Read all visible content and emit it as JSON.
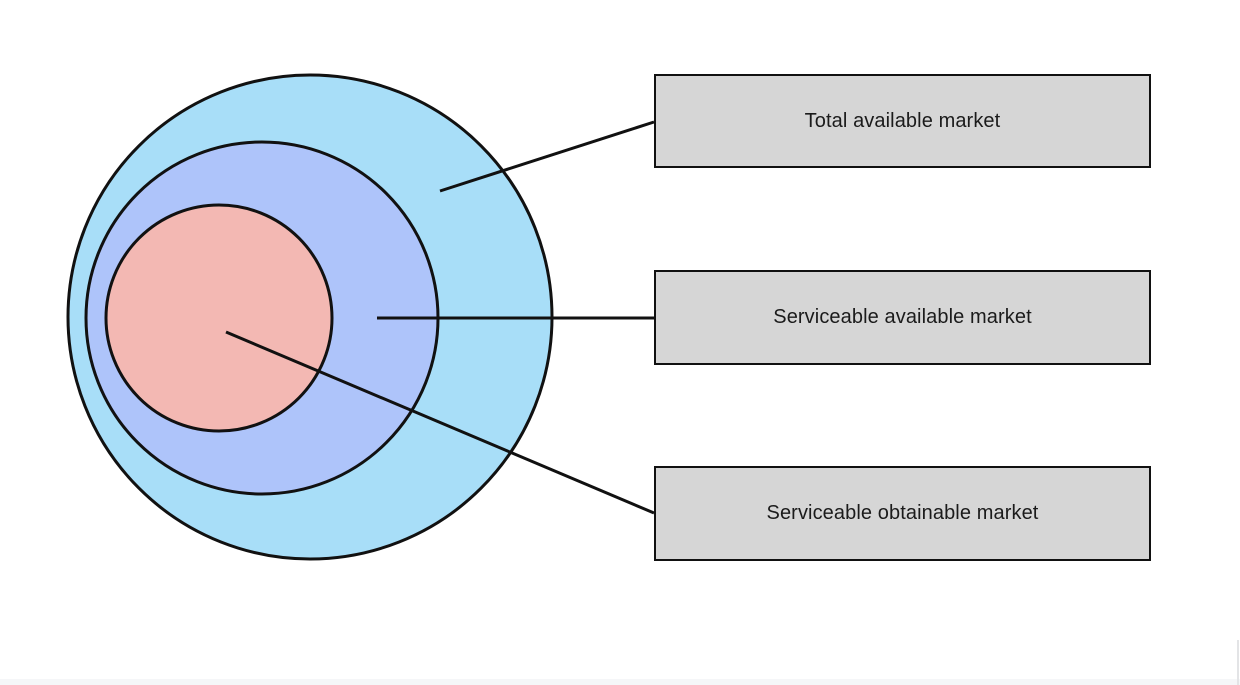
{
  "diagram": {
    "levels": [
      {
        "id": "tam",
        "label": "Total available market",
        "fill": "#a8def8"
      },
      {
        "id": "sam",
        "label": "Serviceable available market",
        "fill": "#aec4fa"
      },
      {
        "id": "som",
        "label": "Serviceable obtainable market",
        "fill": "#f3b8b3"
      }
    ],
    "box_fill": "#d6d6d6",
    "stroke": "#111111"
  }
}
